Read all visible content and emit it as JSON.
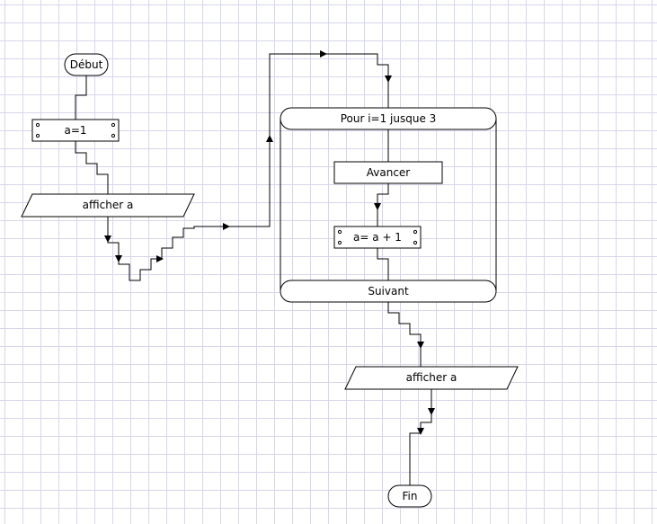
{
  "flowchart": {
    "start": "Début",
    "assign_a": "a=1",
    "print_1": "afficher a",
    "loop_header": "Pour i=1 jusque 3",
    "move": "Avancer",
    "increment": "a= a + 1",
    "loop_footer": "Suivant",
    "print_2": "afficher a",
    "end": "Fin"
  }
}
